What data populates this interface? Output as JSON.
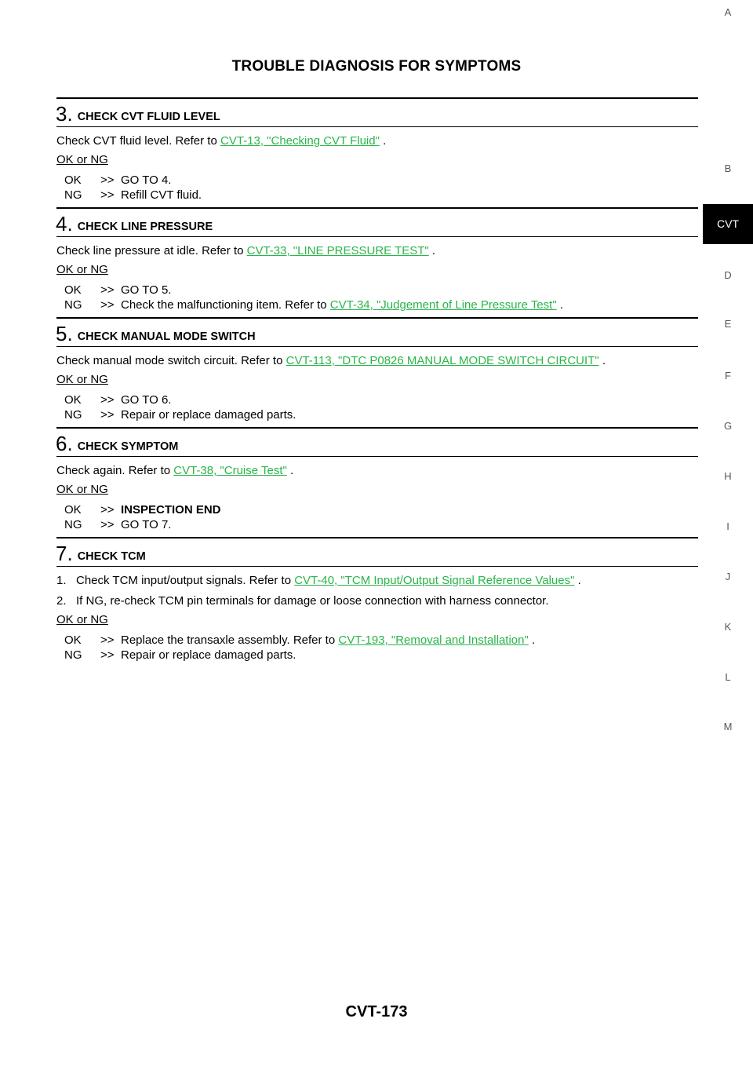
{
  "header": {
    "title": "TROUBLE DIAGNOSIS FOR SYMPTOMS"
  },
  "steps": [
    {
      "num": "3",
      "title": "CHECK CVT FLUID LEVEL",
      "para_pre": "Check CVT fluid level. Refer to ",
      "para_link": "CVT-13, \"Checking CVT Fluid\"",
      "para_post": " .",
      "ok_ng": "OK or NG",
      "results": [
        {
          "code": "OK",
          "arrow": ">>",
          "text": "GO TO 4.",
          "bold": false
        },
        {
          "code": "NG",
          "arrow": ">>",
          "text": "Refill CVT fluid.",
          "bold": false
        }
      ]
    },
    {
      "num": "4",
      "title": "CHECK LINE PRESSURE",
      "para_pre": "Check line pressure at idle. Refer to ",
      "para_link": "CVT-33, \"LINE PRESSURE TEST\"",
      "para_post": " .",
      "ok_ng": "OK or NG",
      "results": [
        {
          "code": "OK",
          "arrow": ">>",
          "text": "GO TO 5.",
          "bold": false
        },
        {
          "code": "NG",
          "arrow": ">>",
          "text": "Check the malfunctioning item. Refer to ",
          "link": "CVT-34, \"Judgement of Line Pressure Test\"",
          "post": " ."
        }
      ]
    },
    {
      "num": "5",
      "title": "CHECK MANUAL MODE SWITCH",
      "para_pre": "Check manual mode switch circuit. Refer to ",
      "para_link": "CVT-113, \"DTC P0826 MANUAL MODE SWITCH CIRCUIT\"",
      "para_post": " .",
      "ok_ng": "OK or NG",
      "results": [
        {
          "code": "OK",
          "arrow": ">>",
          "text": "GO TO 6.",
          "bold": false
        },
        {
          "code": "NG",
          "arrow": ">>",
          "text": "Repair or replace damaged parts.",
          "bold": false
        }
      ]
    },
    {
      "num": "6",
      "title": "CHECK SYMPTOM",
      "para_pre": "Check again. Refer to ",
      "para_link": "CVT-38, \"Cruise Test\"",
      "para_post": " .",
      "ok_ng": "OK or NG",
      "results": [
        {
          "code": "OK",
          "arrow": ">>",
          "text": "INSPECTION END",
          "bold": true
        },
        {
          "code": "NG",
          "arrow": ">>",
          "text": "GO TO 7.",
          "bold": false
        }
      ]
    },
    {
      "num": "7",
      "title": "CHECK TCM",
      "para1_pre": "1.   Check TCM input/output signals. Refer to ",
      "para1_link": "CVT-40, \"TCM Input/Output Signal Reference Values\"",
      "para1_post": " .",
      "para2": "2.   If NG, re-check TCM pin terminals for damage or loose connection with harness connector.",
      "ok_ng": "OK or NG",
      "results": [
        {
          "code": "OK",
          "arrow": ">>",
          "text": "Replace the transaxle assembly. Refer to ",
          "link": "CVT-193, \"Removal and Installation\"",
          "post": " ."
        },
        {
          "code": "NG",
          "arrow": ">>",
          "text": "Repair or replace damaged parts.",
          "bold": false
        }
      ]
    }
  ],
  "side_tabs": [
    "A",
    "B",
    "CVT",
    "D",
    "E",
    "F",
    "G",
    "H",
    "I",
    "J",
    "K",
    "L",
    "M"
  ],
  "active_tab": "CVT",
  "footer": {
    "page_number": "CVT-173"
  },
  "colors": {
    "link": "#2ab54a",
    "tab_active_bg": "#000000"
  }
}
